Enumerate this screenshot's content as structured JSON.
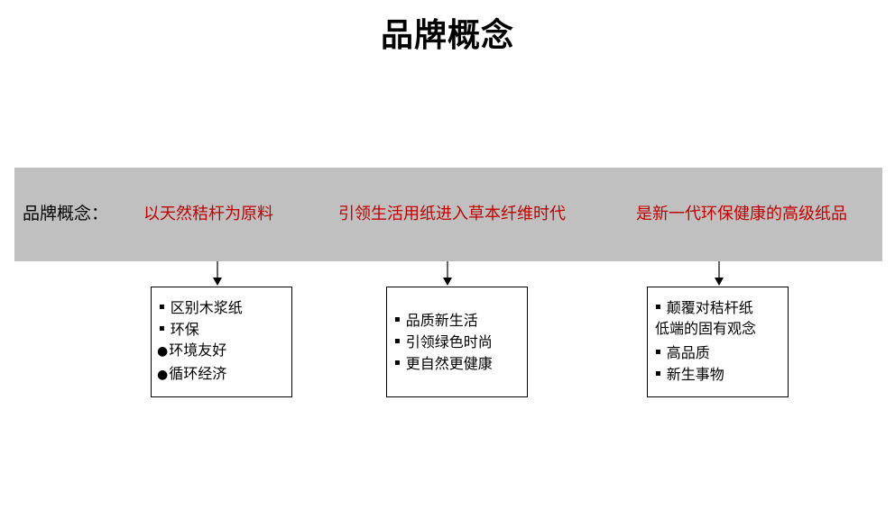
{
  "title": "品牌概念",
  "band": {
    "label": "品牌概念：",
    "phrases": [
      "以天然秸杆为原料",
      "引领生活用纸进入草本纤维时代",
      "是新一代环保健康的高级纸品"
    ],
    "background": "#c0c0c0",
    "phrase_color": "#c00000"
  },
  "boxes": [
    {
      "lines": [
        {
          "bullet": "▪",
          "text": "区别木浆纸"
        },
        {
          "bullet": "▪",
          "text": "环保"
        },
        {
          "bullet": "●",
          "text": "环境友好"
        },
        {
          "bullet": "●",
          "text": "循环经济"
        }
      ]
    },
    {
      "lines": [
        {
          "bullet": "▪",
          "text": "品质新生活"
        },
        {
          "bullet": "▪",
          "text": "引领绿色时尚"
        },
        {
          "bullet": "▪",
          "text": "更自然更健康"
        }
      ]
    },
    {
      "lines": [
        {
          "bullet": "▪",
          "text": "颠覆对秸杆纸"
        },
        {
          "bullet": "",
          "text": "低端的固有观念"
        },
        {
          "bullet": "▪",
          "text": "高品质"
        },
        {
          "bullet": "▪",
          "text": "新生事物"
        }
      ]
    }
  ]
}
